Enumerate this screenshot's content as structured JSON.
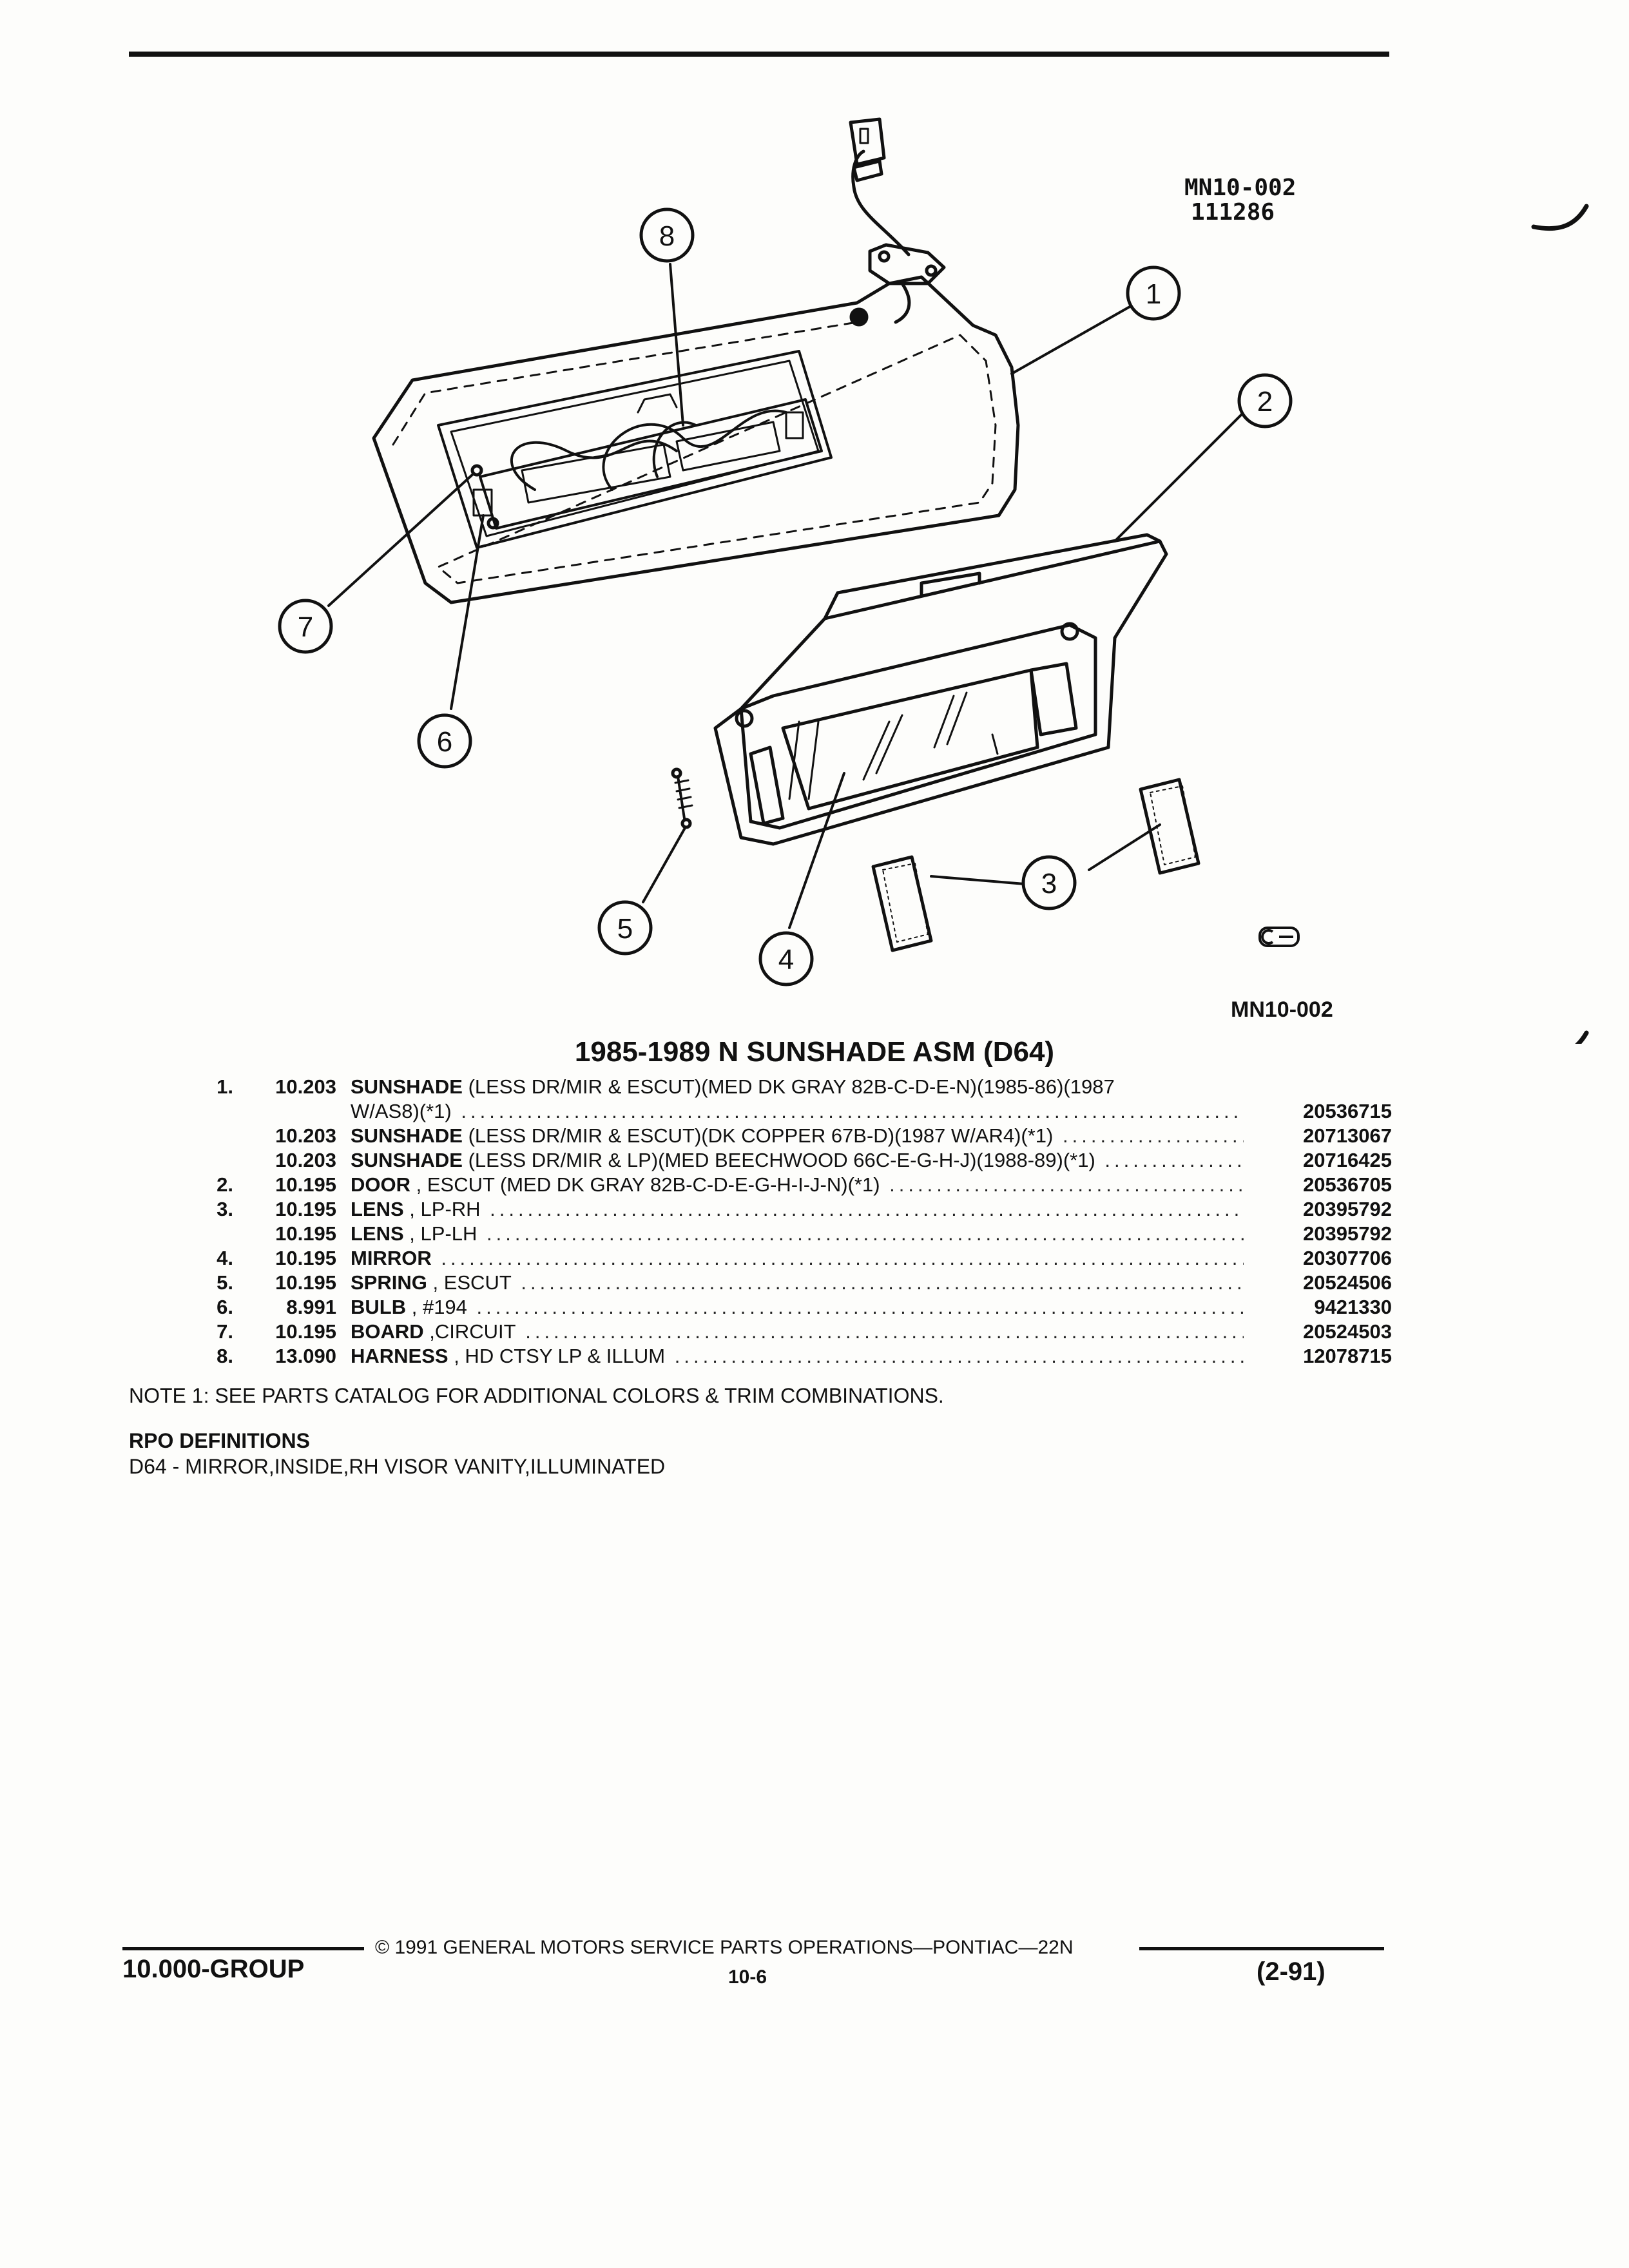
{
  "diagram": {
    "ref_code": "MN10-002",
    "ref_date": "111286",
    "bottom_ref": "MN10-002",
    "callouts": [
      "1",
      "2",
      "3",
      "4",
      "5",
      "6",
      "7",
      "8"
    ]
  },
  "title": "1985-1989 N SUNSHADE ASM (D64)",
  "parts": [
    {
      "num": "1.",
      "group": "10.203",
      "name": "SUNSHADE",
      "desc": " (LESS DR/MIR & ESCUT)(MED DK GRAY 82B-C-D-E-N)(1985-86)(1987",
      "part_no": ""
    },
    {
      "num": "",
      "group": "",
      "name": "",
      "desc": "W/AS8)(*1)",
      "part_no": "20536715"
    },
    {
      "num": "",
      "group": "10.203",
      "name": "SUNSHADE",
      "desc": " (LESS DR/MIR & ESCUT)(DK COPPER 67B-D)(1987 W/AR4)(*1)",
      "part_no": "20713067"
    },
    {
      "num": "",
      "group": "10.203",
      "name": "SUNSHADE",
      "desc": " (LESS DR/MIR & LP)(MED BEECHWOOD 66C-E-G-H-J)(1988-89)(*1)",
      "part_no": "20716425"
    },
    {
      "num": "2.",
      "group": "10.195",
      "name": "DOOR",
      "desc": " , ESCUT (MED DK GRAY 82B-C-D-E-G-H-I-J-N)(*1)",
      "part_no": "20536705"
    },
    {
      "num": "3.",
      "group": "10.195",
      "name": "LENS",
      "desc": " , LP-RH",
      "part_no": "20395792"
    },
    {
      "num": "",
      "group": "10.195",
      "name": "LENS",
      "desc": " , LP-LH",
      "part_no": "20395792"
    },
    {
      "num": "4.",
      "group": "10.195",
      "name": "MIRROR",
      "desc": "",
      "part_no": "20307706"
    },
    {
      "num": "5.",
      "group": "10.195",
      "name": "SPRING",
      "desc": " , ESCUT",
      "part_no": "20524506"
    },
    {
      "num": "6.",
      "group": "8.991",
      "name": "BULB",
      "desc": " , #194",
      "part_no": "9421330"
    },
    {
      "num": "7.",
      "group": "10.195",
      "name": "BOARD",
      "desc": " ,CIRCUIT",
      "part_no": "20524503"
    },
    {
      "num": "8.",
      "group": "13.090",
      "name": "HARNESS",
      "desc": " , HD CTSY LP & ILLUM",
      "part_no": "12078715"
    }
  ],
  "note": "NOTE  1:  SEE PARTS CATALOG FOR ADDITIONAL COLORS & TRIM COMBINATIONS.",
  "rpo": {
    "heading": "RPO DEFINITIONS",
    "definition": "D64 - MIRROR,INSIDE,RH VISOR VANITY,ILLUMINATED"
  },
  "footer": {
    "copyright": "©  1991  GENERAL MOTORS SERVICE PARTS OPERATIONS—PONTIAC—22N",
    "group": "10.000-GROUP",
    "page": "10-6",
    "date": "(2-91)"
  }
}
